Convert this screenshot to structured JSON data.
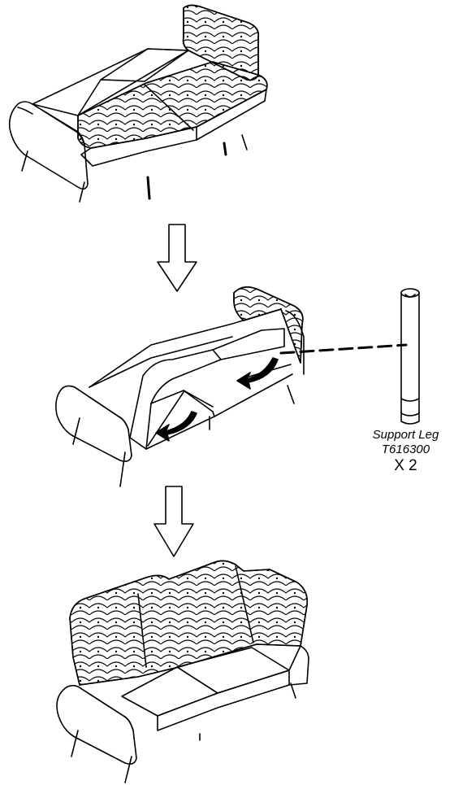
{
  "part": {
    "name": "Support Leg",
    "code": "T616300",
    "quantity": "X 2"
  },
  "colors": {
    "line": "#000000",
    "background": "#ffffff"
  },
  "icons": [
    "down-arrow-icon",
    "curved-arrow-icon"
  ]
}
